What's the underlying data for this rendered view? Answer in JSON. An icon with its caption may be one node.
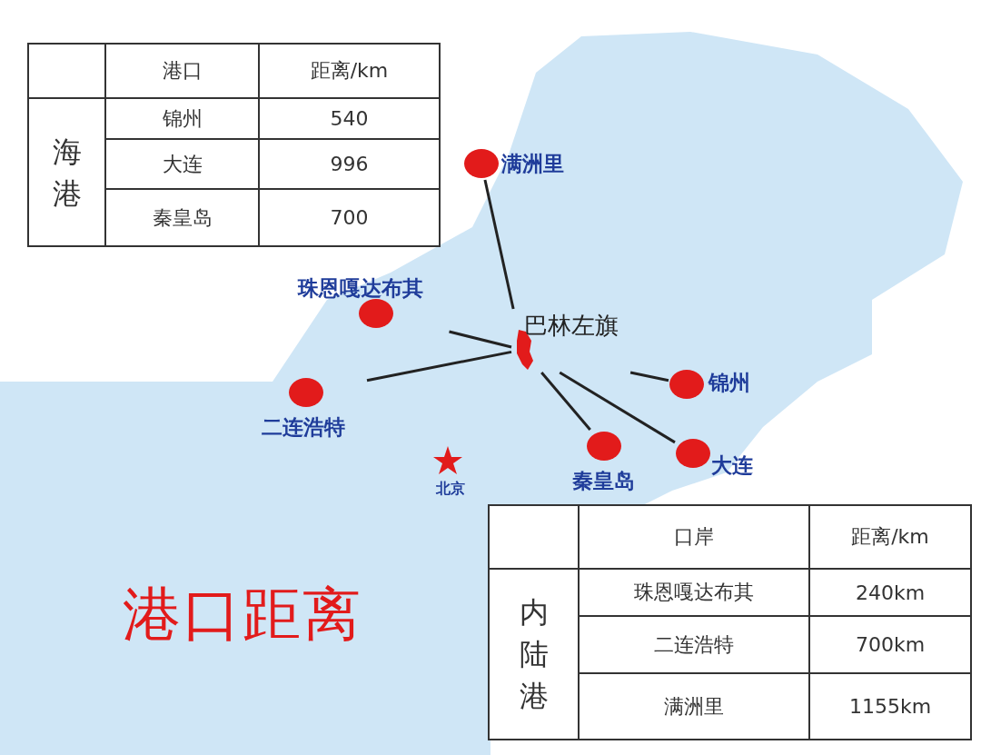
{
  "diagram": {
    "title": "港口距离",
    "nodes": [
      {
        "text": [
          "巴林左旗"
        ]
      },
      {
        "text": [
          "满洲里"
        ]
      },
      {
        "text": [
          "珠恩嘎达布其"
        ]
      },
      {
        "text": [
          "二连浩特"
        ]
      },
      {
        "text": [
          "锦州"
        ]
      },
      {
        "text": [
          "秦皇岛"
        ]
      },
      {
        "text": [
          "大连"
        ]
      }
    ],
    "edges": [
      {
        "from": 0,
        "to": 1,
        "arrow": "none"
      },
      {
        "from": 0,
        "to": 2,
        "arrow": "none"
      },
      {
        "from": 0,
        "to": 3,
        "arrow": "none"
      },
      {
        "from": 0,
        "to": 4,
        "arrow": "none"
      },
      {
        "from": 0,
        "to": 5,
        "arrow": "none"
      },
      {
        "from": 0,
        "to": 6,
        "arrow": "none"
      }
    ],
    "labels": [
      "港口",
      "距离/km",
      "海港",
      "锦州",
      "540",
      "大连",
      "996",
      "秦皇岛",
      "700",
      "北京",
      "口岸",
      "距离/km",
      "内陆港",
      "珠恩嘎达布其",
      "240km",
      "二连浩特",
      "700km",
      "满洲里",
      "1155km"
    ]
  }
}
